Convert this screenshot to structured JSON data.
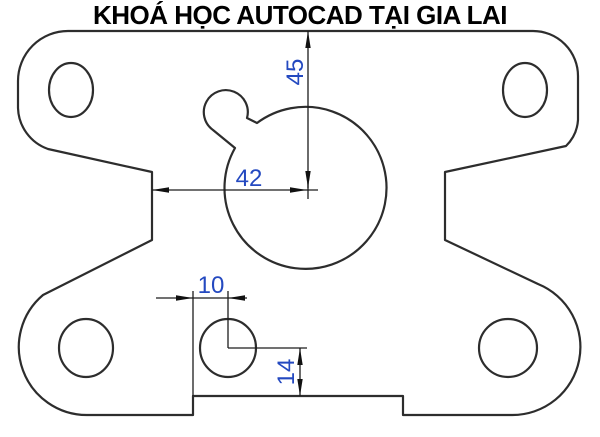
{
  "title": "KHOÁ HỌC AUTOCAD TẠI GIA LAI",
  "colors": {
    "background": "#ffffff",
    "outline_stroke": "#2d2d2d",
    "dimension_line": "#1c1c1c",
    "dimension_text": "#2449c0",
    "title_text": "#000000"
  },
  "drawing": {
    "type": "2d-technical-drawing",
    "subject": "plate with four corner holes, side notches, bottom slot, large center circle with tab boss and one small hole",
    "dimensions": {
      "d45": {
        "label": "45",
        "orientation": "vertical",
        "measures": "top edge to large circle center"
      },
      "d42": {
        "label": "42",
        "orientation": "horizontal",
        "measures": "left notch edge to large circle center"
      },
      "d10": {
        "label": "10",
        "orientation": "horizontal",
        "measures": "bottom slot left edge to small hole center"
      },
      "d14": {
        "label": "14",
        "orientation": "vertical",
        "measures": "small hole center to bottom slot edge"
      }
    },
    "hole_count": 5,
    "large_circle_count": 1
  }
}
